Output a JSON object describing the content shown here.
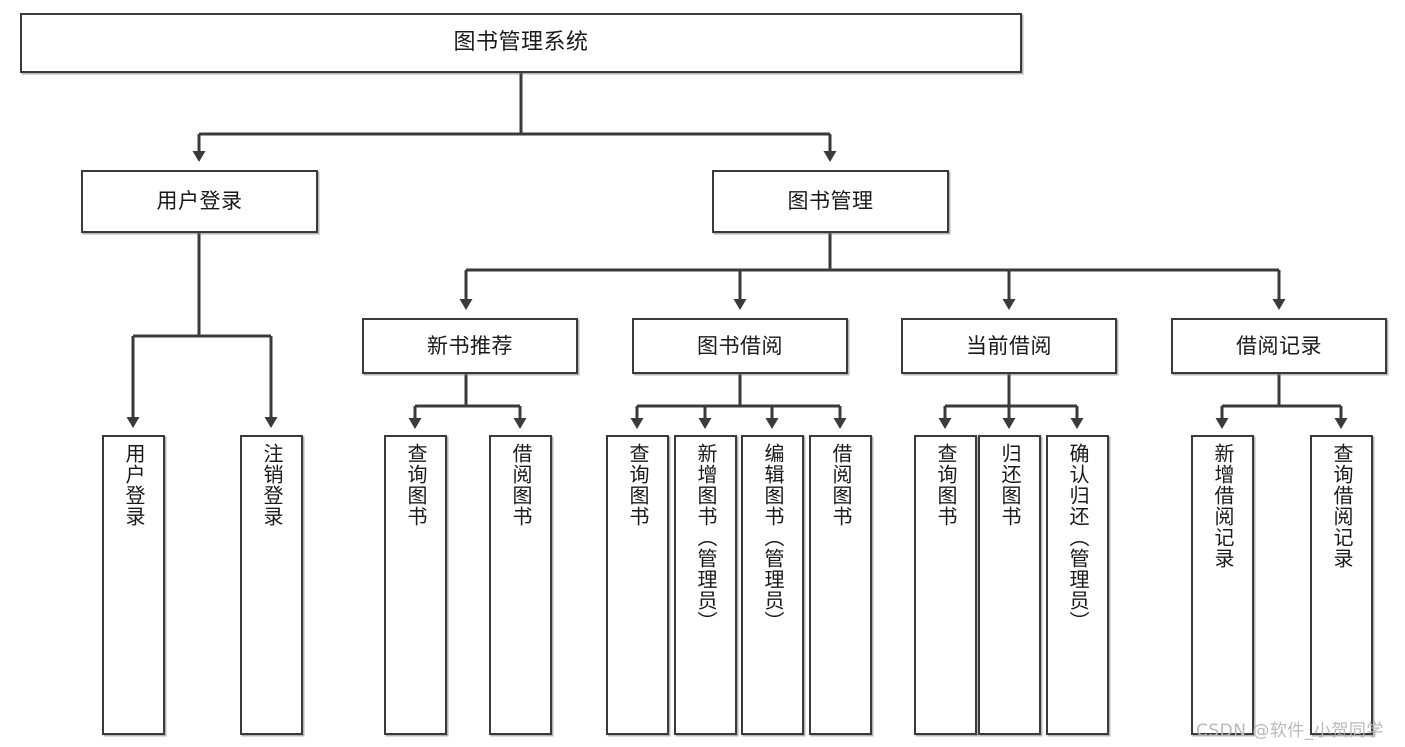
{
  "diagram": {
    "title": "图书管理系统",
    "type": "hierarchy-tree",
    "root": {
      "label": "图书管理系统"
    },
    "level2": [
      {
        "label": "用户登录"
      },
      {
        "label": "图书管理"
      }
    ],
    "level3": [
      {
        "label": "新书推荐"
      },
      {
        "label": "图书借阅"
      },
      {
        "label": "当前借阅"
      },
      {
        "label": "借阅记录"
      }
    ],
    "leaves": {
      "user_login": [
        {
          "label": "用户登录"
        },
        {
          "label": "注销登录"
        }
      ],
      "new_book_recommend": [
        {
          "label": "查询图书"
        },
        {
          "label": "借阅图书"
        }
      ],
      "book_borrow": [
        {
          "label": "查询图书"
        },
        {
          "label": "新增图书（管理员）"
        },
        {
          "label": "编辑图书（管理员）"
        },
        {
          "label": "借阅图书"
        }
      ],
      "current_borrow": [
        {
          "label": "查询图书"
        },
        {
          "label": "归还图书"
        },
        {
          "label": "确认归还（管理员）"
        }
      ],
      "borrow_record": [
        {
          "label": "新增借阅记录"
        },
        {
          "label": "查询借阅记录"
        }
      ]
    },
    "watermark": "CSDN @软件_小贺同学",
    "colors": {
      "stroke": "#3a3a3a",
      "box_fill": "#ffffff",
      "text": "#1a1a1a",
      "watermark": "#b9b9b9",
      "background": "#ffffff"
    }
  }
}
